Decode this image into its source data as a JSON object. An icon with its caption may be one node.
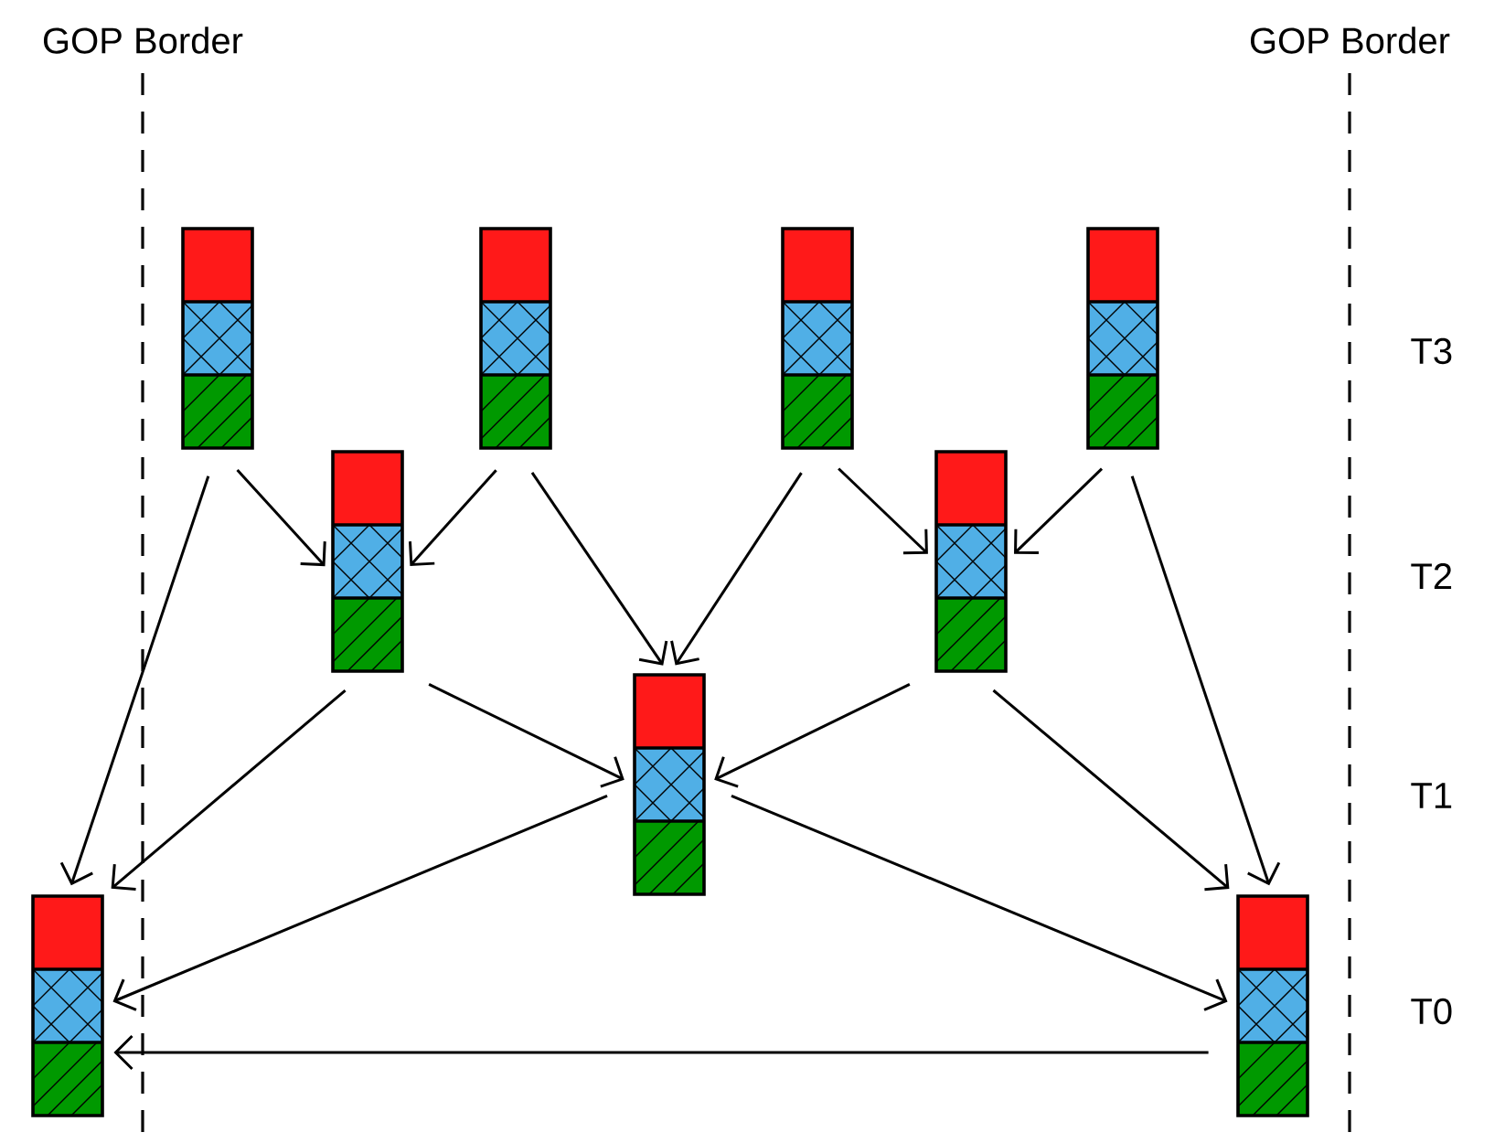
{
  "diagram": {
    "nodes": [
      {
        "text": [],
        "shape": "bar"
      },
      {
        "text": [],
        "shape": "bar"
      },
      {
        "text": [],
        "shape": "bar"
      },
      {
        "text": [],
        "shape": "bar"
      },
      {
        "text": [],
        "shape": "bar"
      },
      {
        "text": [],
        "shape": "bar"
      },
      {
        "text": [],
        "shape": "bar"
      },
      {
        "text": [],
        "shape": "bar"
      },
      {
        "text": [],
        "shape": "bar"
      }
    ],
    "edges": [
      {
        "from": 0,
        "to": 7,
        "arrow": "to"
      },
      {
        "from": 0,
        "to": 4,
        "arrow": "to"
      },
      {
        "from": 1,
        "to": 4,
        "arrow": "to"
      },
      {
        "from": 1,
        "to": 6,
        "arrow": "to"
      },
      {
        "from": 2,
        "to": 6,
        "arrow": "to"
      },
      {
        "from": 2,
        "to": 5,
        "arrow": "to"
      },
      {
        "from": 3,
        "to": 5,
        "arrow": "to"
      },
      {
        "from": 3,
        "to": 8,
        "arrow": "to"
      },
      {
        "from": 4,
        "to": 7,
        "arrow": "to"
      },
      {
        "from": 4,
        "to": 6,
        "arrow": "to"
      },
      {
        "from": 5,
        "to": 6,
        "arrow": "to"
      },
      {
        "from": 5,
        "to": 8,
        "arrow": "to"
      },
      {
        "from": 6,
        "to": 7,
        "arrow": "to"
      },
      {
        "from": 6,
        "to": 8,
        "arrow": "to"
      },
      {
        "from": 8,
        "to": 7,
        "arrow": "to"
      }
    ],
    "labels": [
      "GOP Border",
      "GOP Border",
      "T3",
      "T2",
      "T1",
      "T0"
    ]
  }
}
